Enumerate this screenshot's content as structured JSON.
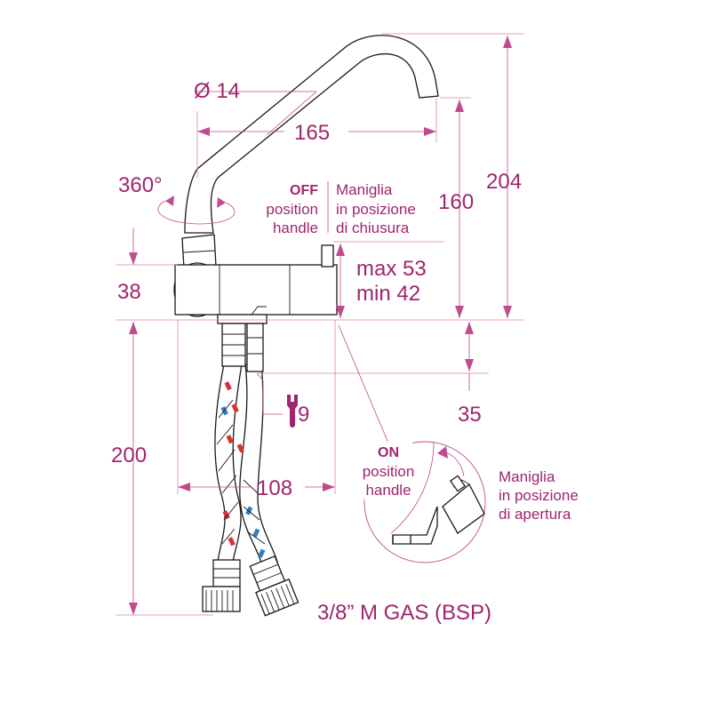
{
  "colors": {
    "dimension": "#a0256e",
    "outline": "#1a1a1a",
    "hose_hot": "#d8312f",
    "hose_cold": "#2f7fc7"
  },
  "dimensions": {
    "spout_diameter": "Ø 14",
    "spout_reach": "165",
    "rotation": "360°",
    "total_height": "204",
    "spout_height": "160",
    "body_height": "38",
    "thickness_max": "max 53",
    "thickness_min": "min 42",
    "fixing_depth": "35",
    "hose_length": "200",
    "body_width": "108",
    "wrench_size": "9"
  },
  "labels": {
    "off_title": "OFF",
    "off_line1": "position",
    "off_line2": "handle",
    "off_it_line1": "Maniglia",
    "off_it_line2": "in posizione",
    "off_it_line3": "di chiusura",
    "on_title": "ON",
    "on_line1": "position",
    "on_line2": "handle",
    "on_it_line1": "Maniglia",
    "on_it_line2": "in posizione",
    "on_it_line3": "di apertura",
    "connection": "3/8” M GAS (BSP)"
  },
  "icons": {
    "wrench": "wrench-icon",
    "rotation": "rotation-arrow-icon"
  }
}
